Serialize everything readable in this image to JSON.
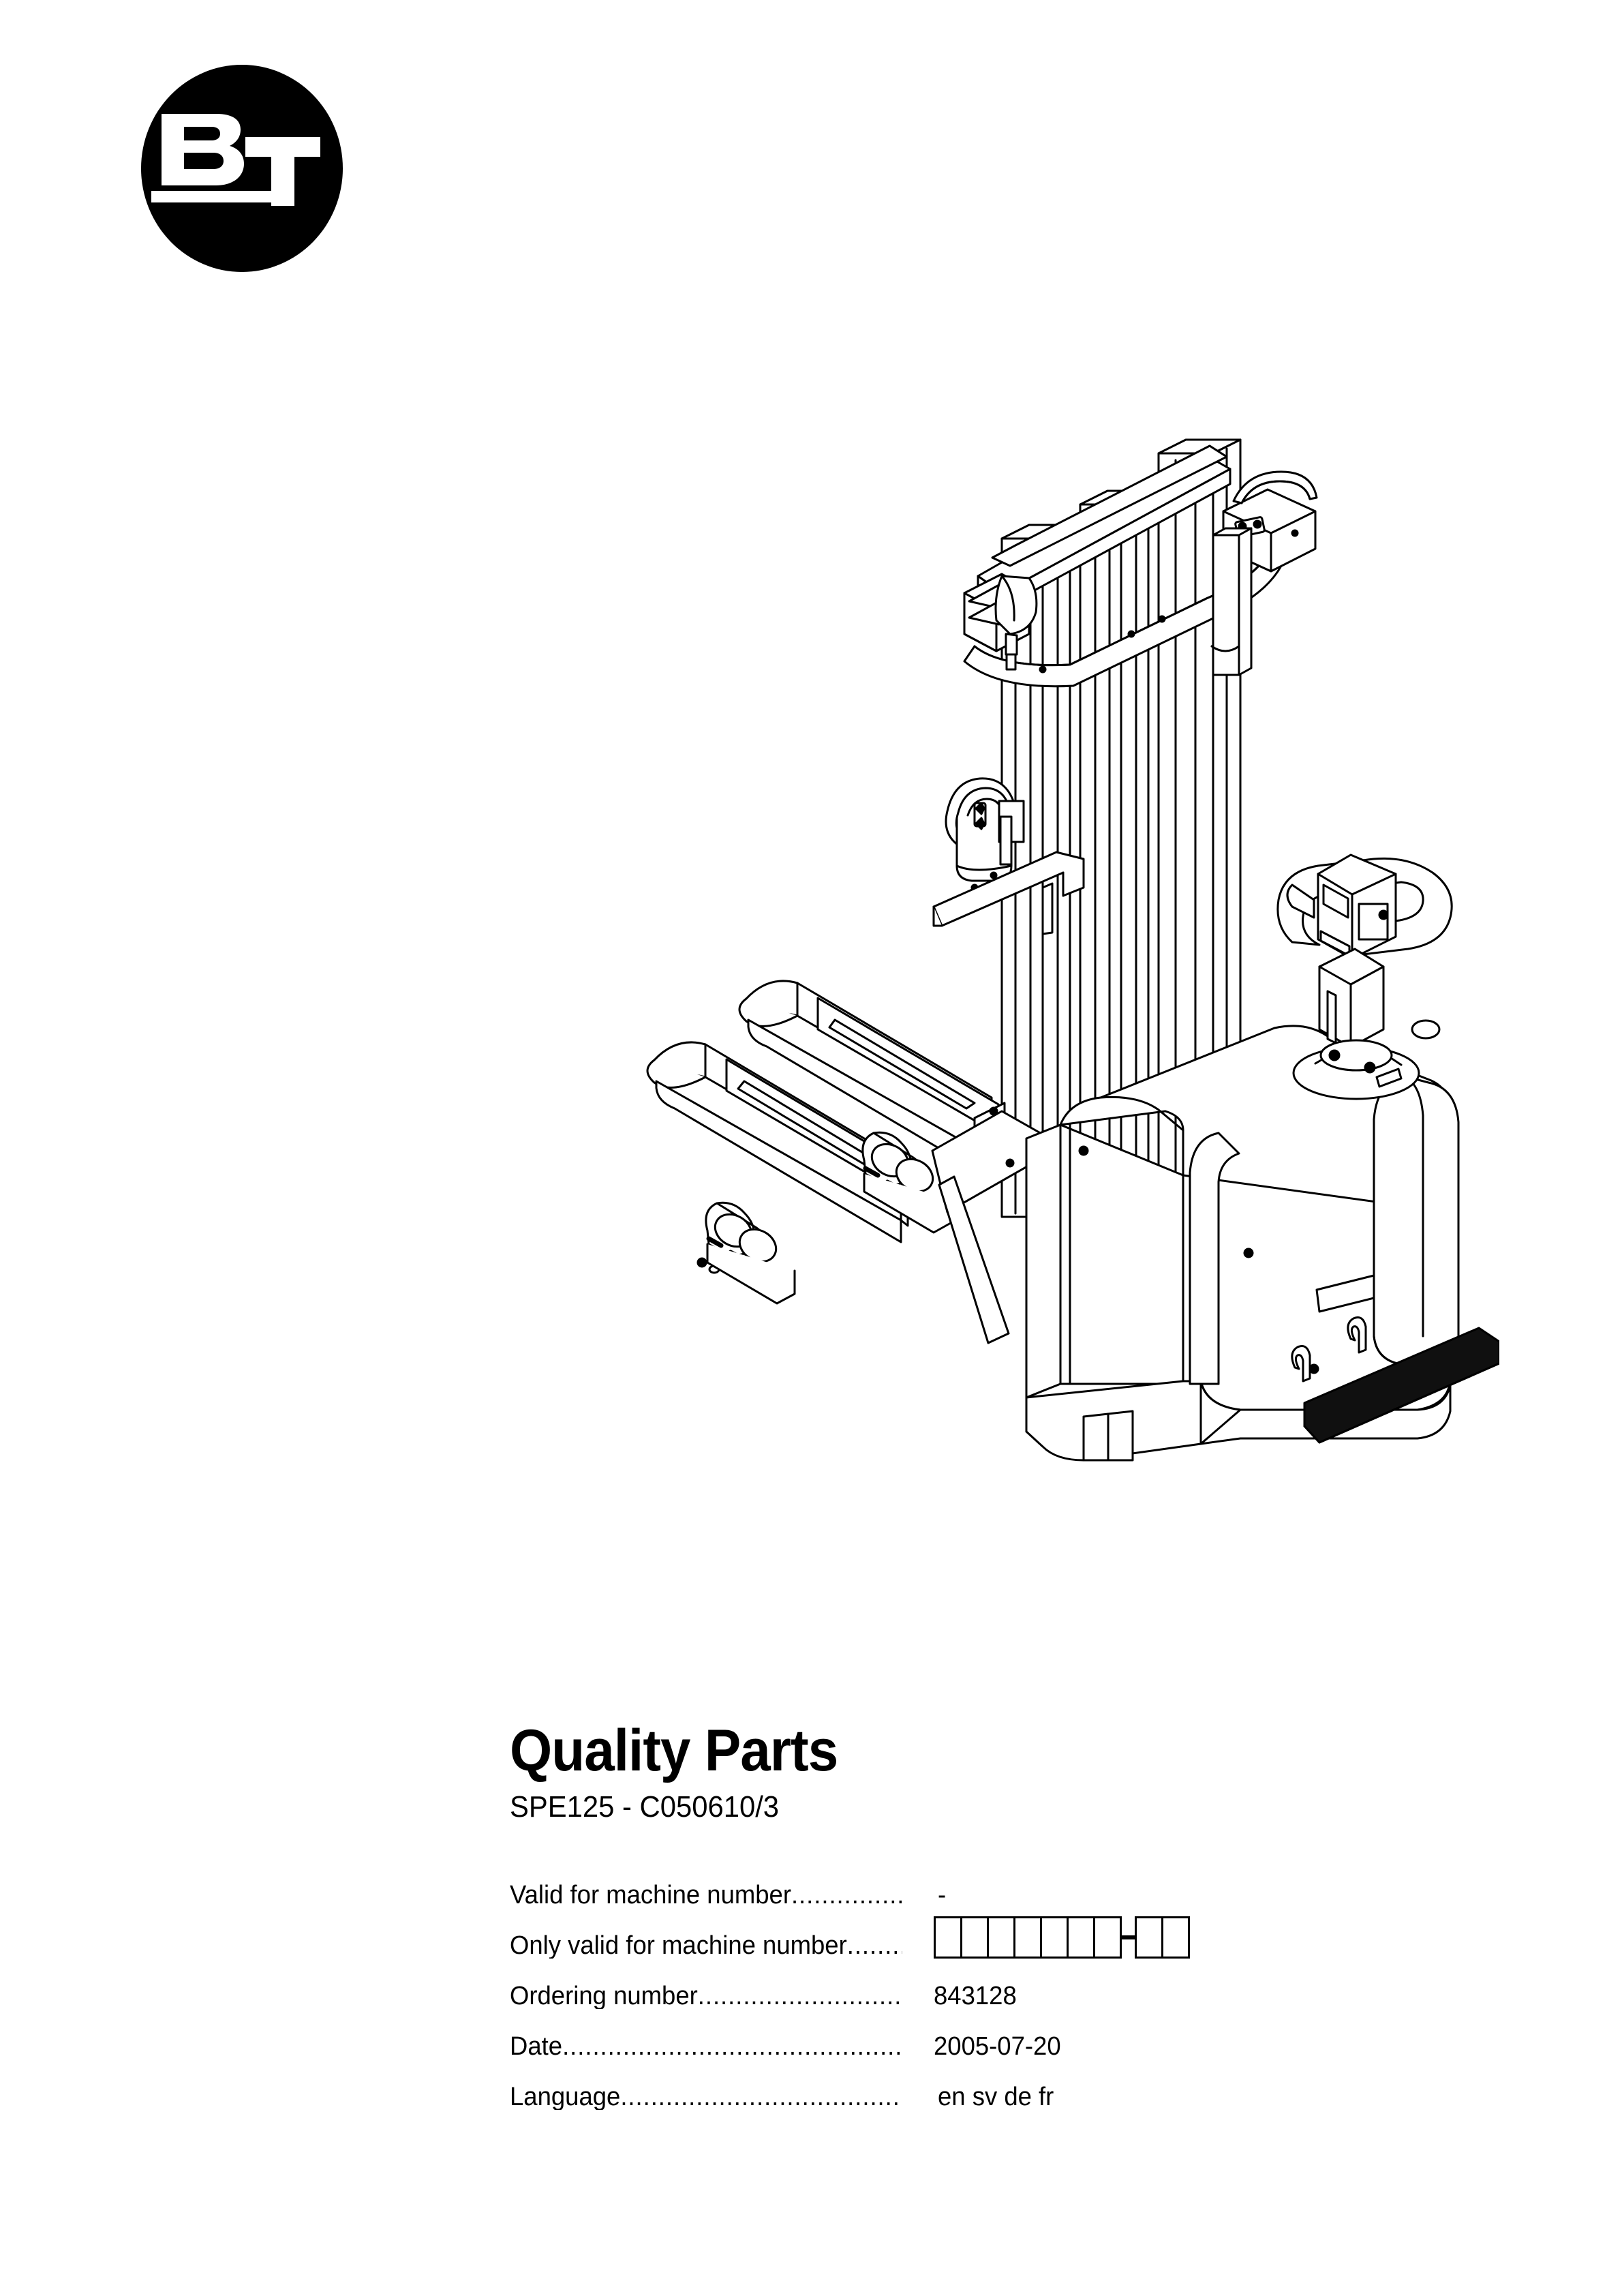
{
  "document": {
    "brand_logo_text": "BT",
    "title": "Quality Parts",
    "subtitle": "SPE125 - C050610/3",
    "illustration_alt": "pedestrian electric pallet stacker truck line drawing"
  },
  "metadata": {
    "rows": [
      {
        "key": "valid-for-machine-number",
        "label": "Valid for machine number",
        "dots": "....................",
        "value": "-",
        "type": "text"
      },
      {
        "key": "only-valid-for-machine-number",
        "label": "Only valid for machine number",
        "dots": "............",
        "value": "",
        "type": "boxes",
        "boxes_before": 7,
        "boxes_after": 2,
        "separator": "-"
      },
      {
        "key": "ordering-number",
        "label": "Ordering number ",
        "dots": "................................",
        "value": "843128",
        "type": "text"
      },
      {
        "key": "date",
        "label": "Date",
        "dots": ".....................................................",
        "value": "2005-07-20",
        "type": "text"
      },
      {
        "key": "language",
        "label": "Language",
        "dots": "...........................................",
        "value": "en sv de fr",
        "type": "text"
      }
    ]
  },
  "colors": {
    "ink": "#000000",
    "paper": "#ffffff",
    "platform_fill": "#101010"
  }
}
